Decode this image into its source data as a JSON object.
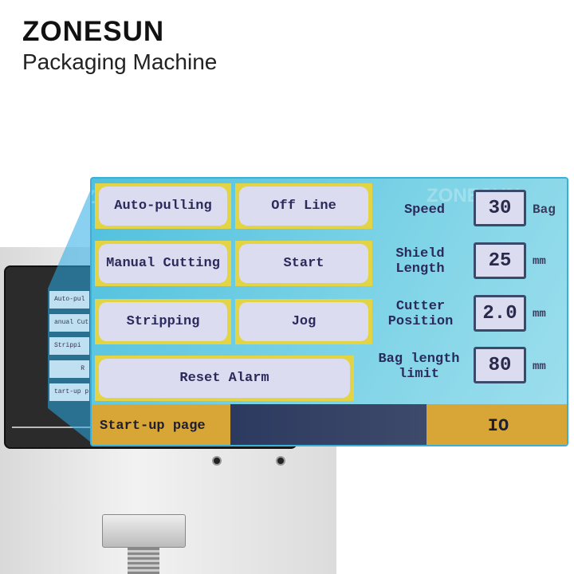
{
  "header": {
    "brand": "ZONESUN",
    "subtitle": "Packaging Machine"
  },
  "watermark": "ZONESUN",
  "small_screen": {
    "items": [
      "Auto-pul",
      "anual Cut",
      "Strippi",
      "R",
      "tart-up p"
    ]
  },
  "hmi": {
    "buttons": {
      "auto_pulling": "Auto-pulling",
      "off_line": "Off Line",
      "manual_cutting": "Manual Cutting",
      "start": "Start",
      "stripping": "Stripping",
      "jog": "Jog",
      "reset_alarm": "Reset Alarm"
    },
    "params": [
      {
        "label": "Speed",
        "value": "30",
        "unit": "Bag"
      },
      {
        "label": "Shield Length",
        "value": "25",
        "unit": "mm"
      },
      {
        "label": "Cutter Position",
        "value": "2.0",
        "unit": "mm"
      },
      {
        "label": "Bag length limit",
        "value": "80",
        "unit": "mm"
      }
    ],
    "footer": {
      "startup_page": "Start-up page",
      "io": "IO"
    }
  },
  "colors": {
    "screen_bg": "#5fc8e0",
    "button_frame": "#e2d444",
    "button_face": "#dcdcf0",
    "footer_orange": "#d8a537",
    "footer_dark": "#2c3a60"
  }
}
